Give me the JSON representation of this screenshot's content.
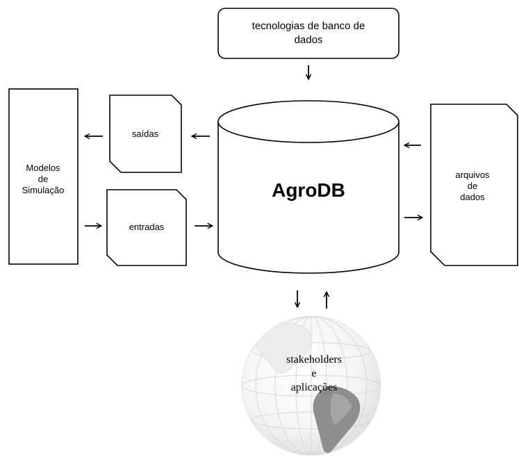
{
  "diagram": {
    "database": {
      "label": "AgroDB"
    },
    "technologies_box": {
      "line1": "tecnologias de banco de",
      "line2": "dados"
    },
    "simulation_models": {
      "line1": "Modelos",
      "line2": "de",
      "line3": "Simulação"
    },
    "outputs": {
      "label": "saídas"
    },
    "inputs": {
      "label": "entradas"
    },
    "data_files": {
      "line1": "arquivos",
      "line2": "de",
      "line3": "dados"
    },
    "stakeholders": {
      "line1": "stakeholders",
      "line2": "e",
      "line3": "aplicações"
    }
  },
  "colors": {
    "stroke": "#000000",
    "fill": "#ffffff",
    "globe_line": "#d4d4d4",
    "globe_land": "#8a8a8a"
  }
}
